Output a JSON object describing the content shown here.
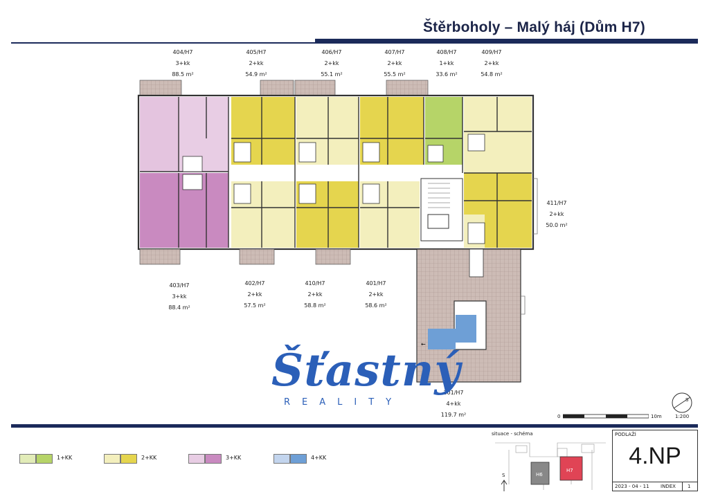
{
  "title": "Štěrboholy – Malý háj (Dům H7)",
  "units_top": [
    {
      "id": "404/H7",
      "type": "3+kk",
      "area": "88.5 m²"
    },
    {
      "id": "405/H7",
      "type": "2+kk",
      "area": "54.9 m²"
    },
    {
      "id": "406/H7",
      "type": "2+kk",
      "area": "55.1 m²"
    },
    {
      "id": "407/H7",
      "type": "2+kk",
      "area": "55.5 m²"
    },
    {
      "id": "408/H7",
      "type": "1+kk",
      "area": "33.6 m²"
    },
    {
      "id": "409/H7",
      "type": "2+kk",
      "area": "54.8 m²"
    }
  ],
  "units_bottom": [
    {
      "id": "403/H7",
      "type": "3+kk",
      "area": "88.4 m²"
    },
    {
      "id": "402/H7",
      "type": "2+kk",
      "area": "57.5 m²"
    },
    {
      "id": "410/H7",
      "type": "2+kk",
      "area": "58.8 m²"
    },
    {
      "id": "401/H7",
      "type": "2+kk",
      "area": "58.6 m²"
    }
  ],
  "unit_right": {
    "id": "411/H7",
    "type": "2+kk",
    "area": "50.0 m²"
  },
  "unit_lower": {
    "id": "301/H7",
    "type": "4+kk",
    "area": "119.7 m²"
  },
  "logo": {
    "word": "Šťastný",
    "sub": "REALITY"
  },
  "scale": {
    "zero": "0",
    "end": "10m",
    "ratio": "1:200"
  },
  "compass": "S",
  "legend": [
    {
      "label": "1+KK",
      "light": "#e2ecb8",
      "dark": "#b6d468"
    },
    {
      "label": "2+KK",
      "light": "#f3efbd",
      "dark": "#e5d54e"
    },
    {
      "label": "3+KK",
      "light": "#e8cde4",
      "dark": "#c98ac0"
    },
    {
      "label": "4+KK",
      "light": "#c3d5ee",
      "dark": "#6e9fd6"
    }
  ],
  "situation": {
    "label": "situace - schéma",
    "h6": "H6",
    "h7": "H7"
  },
  "info": {
    "floor_label": "PODLAŽÍ",
    "floor": "4.NP",
    "date": "2023 - 04 - 11",
    "index_label": "INDEX",
    "index": "1"
  },
  "arrow": "←",
  "colors": {
    "navy": "#1b2a5a",
    "logo_blue": "#2b5fb8",
    "terrace": "#c9b9b4",
    "purple": "#c98ac0",
    "purple_light": "#e8cde4",
    "yellow": "#e5d54e",
    "yellow_light": "#f3efbd",
    "green": "#b6d468",
    "blue": "#6e9fd6"
  }
}
